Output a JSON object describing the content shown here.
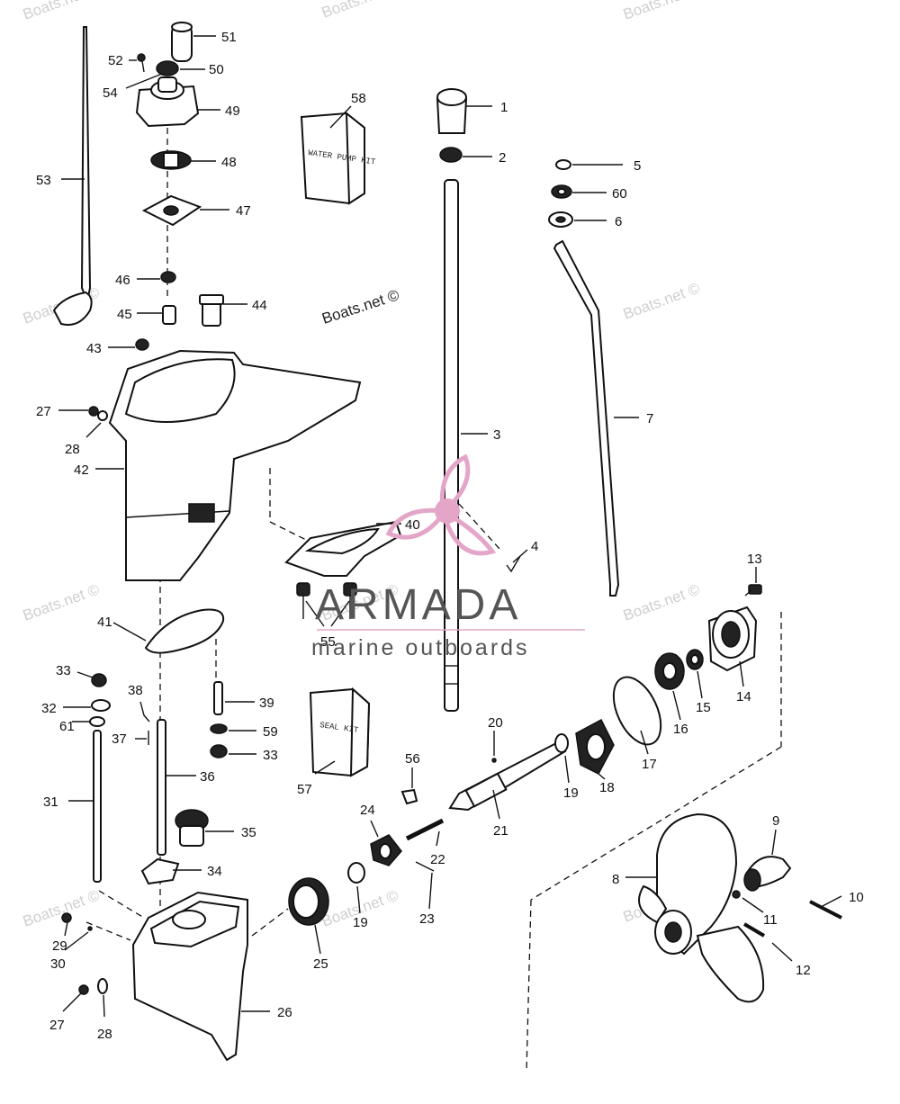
{
  "watermark": "Boats.net ©",
  "credit": "Boats.net ©",
  "logo": {
    "brand": "ARMADA",
    "tagline": "marine outboards",
    "accent": "#e4a6c8"
  },
  "kits": {
    "water_pump": "WATER PUMP KIT",
    "seal": "SEAL KIT"
  },
  "parts": [
    "1",
    "2",
    "3",
    "4",
    "5",
    "6",
    "7",
    "8",
    "9",
    "10",
    "11",
    "12",
    "13",
    "14",
    "15",
    "16",
    "17",
    "18",
    "19",
    "20",
    "21",
    "22",
    "23",
    "24",
    "25",
    "26",
    "27",
    "28",
    "29",
    "30",
    "31",
    "32",
    "33",
    "34",
    "35",
    "36",
    "37",
    "38",
    "39",
    "40",
    "41",
    "42",
    "43",
    "44",
    "45",
    "46",
    "47",
    "48",
    "49",
    "50",
    "51",
    "52",
    "53",
    "54",
    "55",
    "56",
    "57",
    "58",
    "59",
    "60",
    "61"
  ],
  "callouts": [
    {
      "n": "51"
    },
    {
      "n": "52"
    },
    {
      "n": "50"
    },
    {
      "n": "54"
    },
    {
      "n": "49"
    },
    {
      "n": "48"
    },
    {
      "n": "53"
    },
    {
      "n": "47"
    },
    {
      "n": "46"
    },
    {
      "n": "45"
    },
    {
      "n": "44"
    },
    {
      "n": "43"
    },
    {
      "n": "27"
    },
    {
      "n": "28"
    },
    {
      "n": "42"
    },
    {
      "n": "58"
    },
    {
      "n": "1"
    },
    {
      "n": "2"
    },
    {
      "n": "5"
    },
    {
      "n": "60"
    },
    {
      "n": "6"
    },
    {
      "n": "7"
    },
    {
      "n": "3"
    },
    {
      "n": "40"
    },
    {
      "n": "4"
    },
    {
      "n": "55"
    },
    {
      "n": "41"
    },
    {
      "n": "33"
    },
    {
      "n": "32"
    },
    {
      "n": "61"
    },
    {
      "n": "38"
    },
    {
      "n": "37"
    },
    {
      "n": "39"
    },
    {
      "n": "59"
    },
    {
      "n": "33"
    },
    {
      "n": "36"
    },
    {
      "n": "31"
    },
    {
      "n": "35"
    },
    {
      "n": "34"
    },
    {
      "n": "57"
    },
    {
      "n": "56"
    },
    {
      "n": "20"
    },
    {
      "n": "21"
    },
    {
      "n": "19"
    },
    {
      "n": "18"
    },
    {
      "n": "17"
    },
    {
      "n": "16"
    },
    {
      "n": "15"
    },
    {
      "n": "14"
    },
    {
      "n": "13"
    },
    {
      "n": "24"
    },
    {
      "n": "22"
    },
    {
      "n": "23"
    },
    {
      "n": "19"
    },
    {
      "n": "25"
    },
    {
      "n": "26"
    },
    {
      "n": "29"
    },
    {
      "n": "30"
    },
    {
      "n": "27"
    },
    {
      "n": "28"
    },
    {
      "n": "8"
    },
    {
      "n": "9"
    },
    {
      "n": "10"
    },
    {
      "n": "11"
    },
    {
      "n": "12"
    }
  ]
}
